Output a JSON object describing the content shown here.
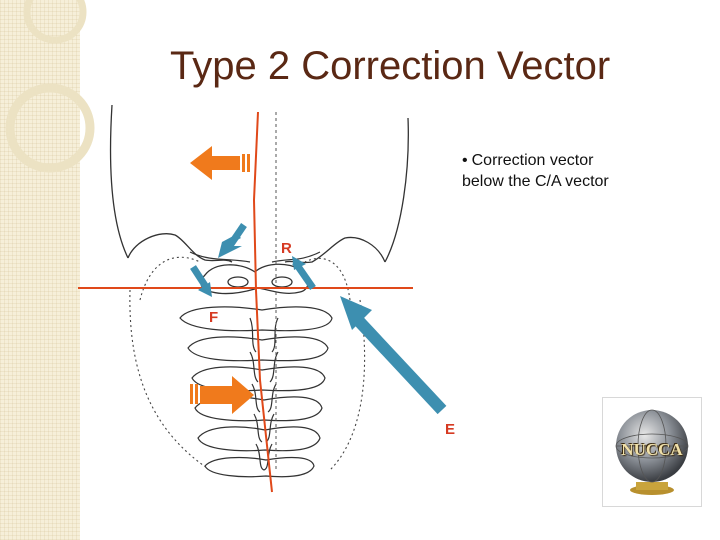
{
  "slide": {
    "title": "Type 2 Correction Vector",
    "bullet_marker": "•",
    "bullet_line1": "Correction vector",
    "bullet_line2": "below the C/A vector"
  },
  "diagram": {
    "labels": {
      "r": "R",
      "f": "F",
      "e": "E"
    }
  },
  "logo": {
    "text": "NUCCA"
  },
  "colors": {
    "title": "#5a2814",
    "vector_line": "#e0491a",
    "orange_arrow": "#f07a1c",
    "blue_arrow": "#3d8fb0",
    "label_red": "#d63a22",
    "sidebar": "#f6efd9"
  },
  "icons": [
    "globe-logo-icon"
  ]
}
